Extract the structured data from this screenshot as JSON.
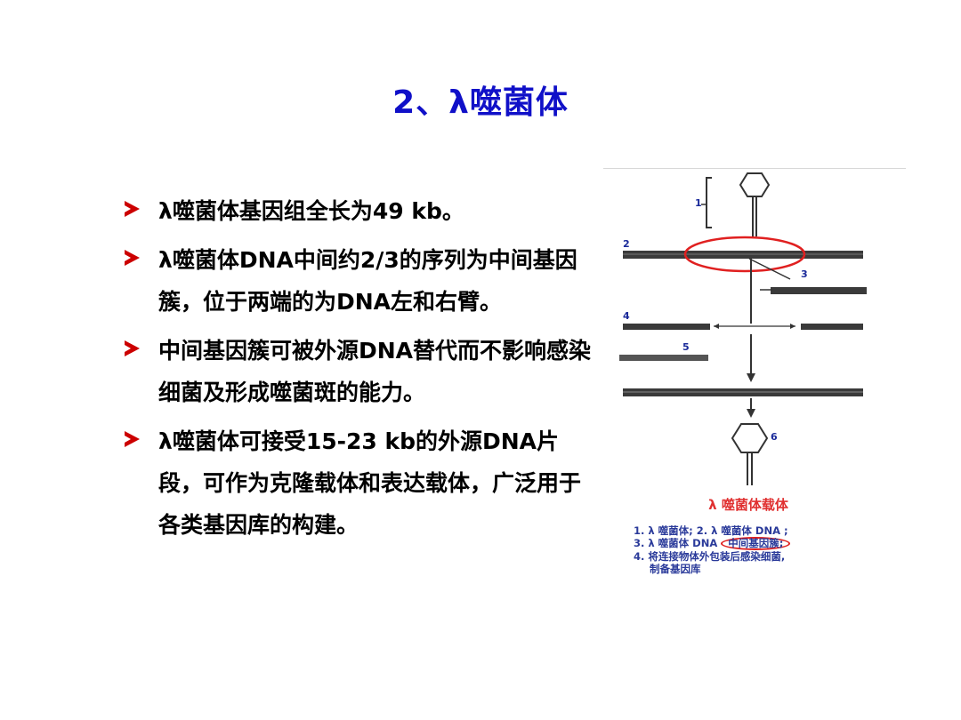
{
  "slide": {
    "title": "2、λ噬菌体",
    "bullets": [
      "λ噬菌体基因组全长为49 kb。",
      "λ噬菌体DNA中间约2/3的序列为中间基因簇，位于两端的为DNA左和右臂。",
      "中间基因簇可被外源DNA替代而不影响感染细菌及形成噬菌斑的能力。",
      "λ噬菌体可接受15-23 kb的外源DNA片段，可作为克隆载体和表达载体，广泛用于各类基因库的构建。"
    ]
  },
  "figure": {
    "step_labels": [
      "1",
      "2",
      "3",
      "4",
      "5",
      "6"
    ],
    "caption": "λ 噬菌体载体",
    "legend": {
      "line1": "1. λ 噬菌体;  2. λ 噬菌体 DNA ;",
      "line2_prefix": "3. λ 噬菌体 DNA",
      "line2_highlight": "中间基因簇;",
      "line3": "4. 将连接物体外包装后感染细菌,",
      "line4": "制备基因库"
    },
    "colors": {
      "label_blue": "#1a2a9a",
      "ring_red": "#e02020",
      "caption_red": "#e03030",
      "band": "#3a3a3a"
    }
  }
}
